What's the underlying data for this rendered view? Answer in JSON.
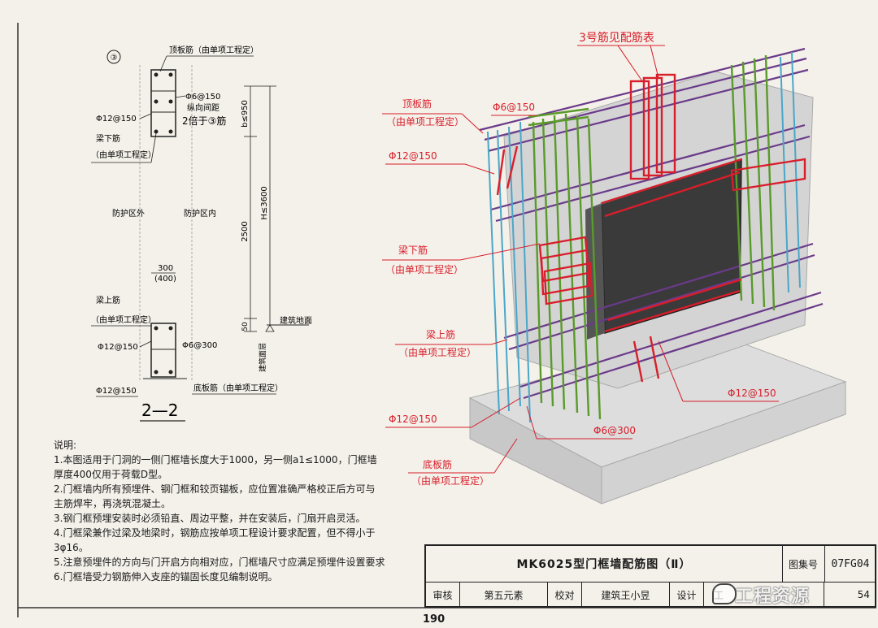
{
  "section": {
    "circle_label": "③",
    "top_rebar": "顶板筋（由单项工程定）",
    "stirrup_top": "Φ6@150",
    "spacing_note_1": "纵向间距",
    "spacing_note_2": "2倍于③筋",
    "left_bar_top": "Φ12@150",
    "beam_lower_bar": "梁下筋",
    "beam_lower_note": "（由单项工程定）",
    "outside_zone": "防护区外",
    "inside_zone": "防护区内",
    "width_300": "300",
    "width_400": "(400)",
    "beam_upper_bar": "梁上筋",
    "beam_upper_note": "（由单项工程定）",
    "left_bar_bottom": "Φ12@150",
    "stirrup_bottom": "Φ6@300",
    "bottom_left_bar": "Φ12@150",
    "bottom_rebar": "底板筋（由单项工程定）",
    "dim_b": "b≤950",
    "dim_2500": "2500",
    "dim_h": "H≤3600",
    "dim_50": "50",
    "ground_label": "建筑地面",
    "slab_label": "建筑面层",
    "section_title": "2—2"
  },
  "iso": {
    "bar3_note": "3号筋见配筋表",
    "top_slab_bar": "顶板筋",
    "top_slab_note": "（由单项工程定）",
    "phi6_150": "Φ6@150",
    "phi12_150_a": "Φ12@150",
    "beam_lower": "梁下筋",
    "beam_lower_note": "（由单项工程定）",
    "beam_upper": "梁上筋",
    "beam_upper_note": "（由单项工程定）",
    "phi12_150_b": "Φ12@150",
    "phi12_150_c": "Φ12@150",
    "phi6_300": "Φ6@300",
    "bottom_slab": "底板筋",
    "bottom_slab_note": "（由单项工程定）"
  },
  "notes": {
    "heading": "说明:",
    "lines": [
      "1.本图适用于门洞的一侧门框墙长度大于1000，另一侧a1≤1000，门框墙",
      "厚度400仅用于荷载D型。",
      "2.门框墙内所有预埋件、钢门框和铰页锚板，应位置准确严格校正后方可与",
      "主筋焊牢，再浇筑混凝土。",
      "3.钢门框预埋安装时必须铅直、周边平整，并在安装后，门扇开启灵活。",
      "4.门框梁兼作过梁及地梁时，钢筋应按单项工程设计要求配置，但不得小于",
      "3φ16。",
      "5.注意预埋件的方向与门开启方向相对应，门框墙尺寸应满足预埋件设置要求",
      "6.门框墙受力钢筋伸入支座的锚固长度见编制说明。"
    ]
  },
  "title_block": {
    "title": "MK6025型门框墙配筋图（Ⅱ）",
    "atlas_label": "图集号",
    "atlas_value": "07FG04",
    "review_label": "审核",
    "review_name": "第五元素",
    "check_label": "校对",
    "check_name": "建筑王小昱",
    "design_label": "设计",
    "design_name": "工",
    "page_suffix": "54"
  },
  "page_number": "190",
  "watermark": "工程资源",
  "colors": {
    "red": "#d81e2a",
    "green": "#5a9a2a",
    "blue": "#4aa6c8",
    "purple": "#6a3a8a"
  }
}
